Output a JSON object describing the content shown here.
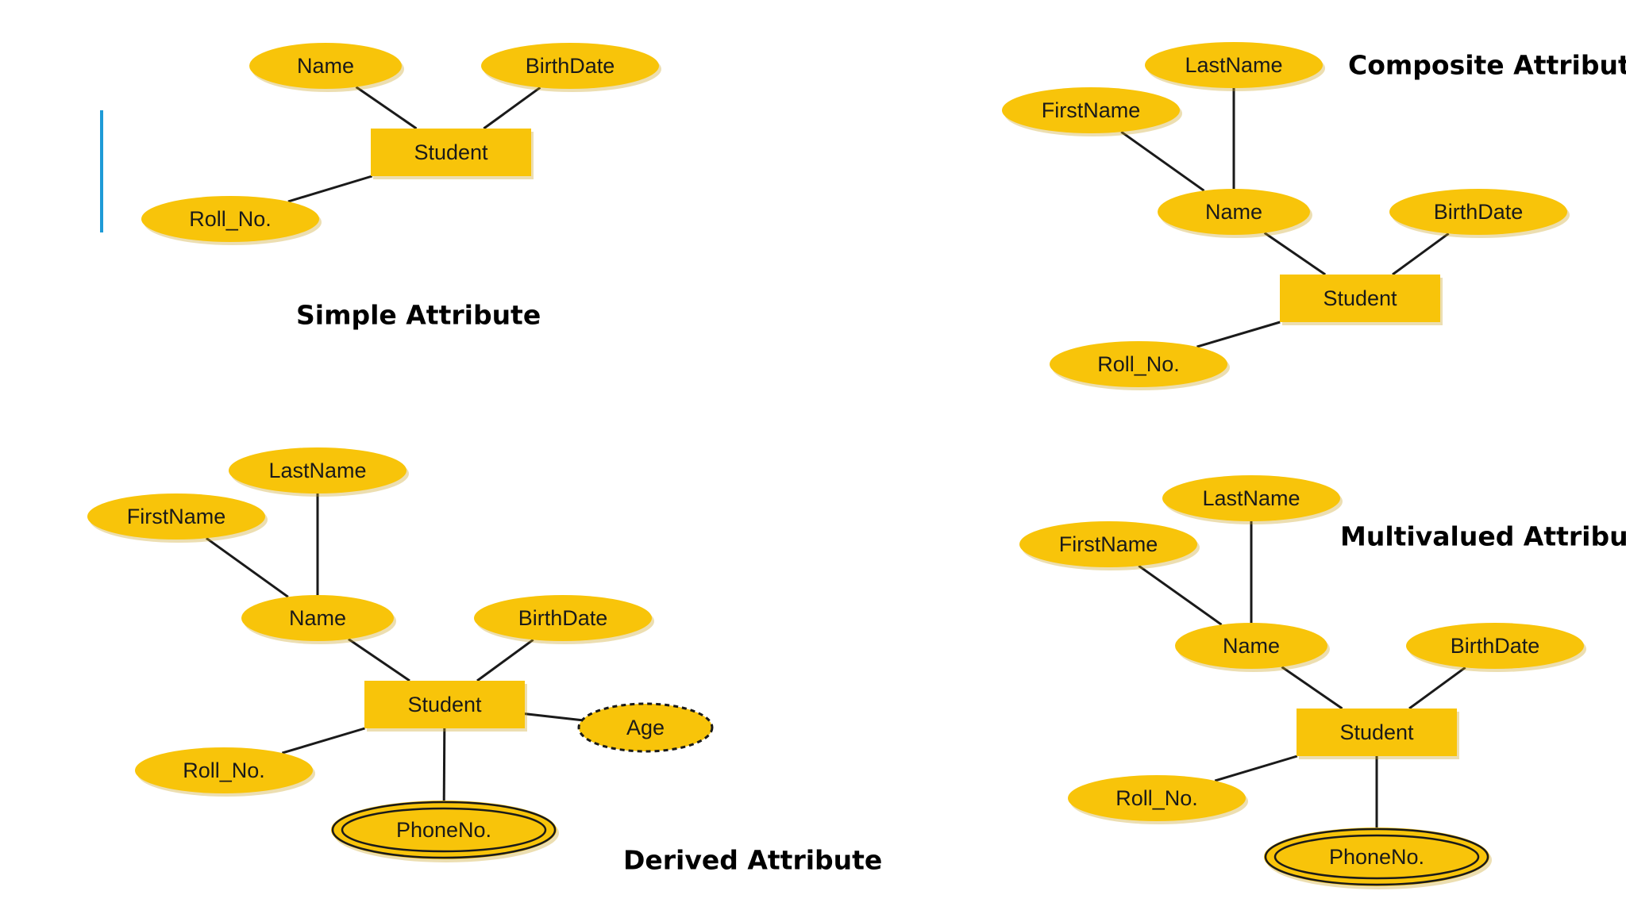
{
  "colors": {
    "attribute_fill": "#f8c40a",
    "accent_bar": "#1e9bd7",
    "text": "#1a1a1a"
  },
  "diagrams": [
    {
      "id": "simple",
      "caption": "Simple Attribute",
      "entity": "Student",
      "attributes": [
        {
          "id": "name",
          "label": "Name",
          "kind": "simple"
        },
        {
          "id": "birthdate",
          "label": "BirthDate",
          "kind": "simple"
        },
        {
          "id": "rollno",
          "label": "Roll_No.",
          "kind": "simple"
        }
      ],
      "edges": [
        [
          "entity",
          "name"
        ],
        [
          "entity",
          "birthdate"
        ],
        [
          "entity",
          "rollno"
        ]
      ]
    },
    {
      "id": "composite",
      "caption": "Composite Attribute",
      "entity": "Student",
      "attributes": [
        {
          "id": "lastname",
          "label": "LastName",
          "kind": "simple"
        },
        {
          "id": "firstname",
          "label": "FirstName",
          "kind": "simple"
        },
        {
          "id": "name",
          "label": "Name",
          "kind": "composite"
        },
        {
          "id": "birthdate",
          "label": "BirthDate",
          "kind": "simple"
        },
        {
          "id": "rollno",
          "label": "Roll_No.",
          "kind": "simple"
        }
      ],
      "edges": [
        [
          "name",
          "lastname"
        ],
        [
          "name",
          "firstname"
        ],
        [
          "entity",
          "name"
        ],
        [
          "entity",
          "birthdate"
        ],
        [
          "entity",
          "rollno"
        ]
      ]
    },
    {
      "id": "derived",
      "caption": "Derived Attribute",
      "entity": "Student",
      "attributes": [
        {
          "id": "lastname",
          "label": "LastName",
          "kind": "simple"
        },
        {
          "id": "firstname",
          "label": "FirstName",
          "kind": "simple"
        },
        {
          "id": "name",
          "label": "Name",
          "kind": "composite"
        },
        {
          "id": "birthdate",
          "label": "BirthDate",
          "kind": "simple"
        },
        {
          "id": "age",
          "label": "Age",
          "kind": "derived"
        },
        {
          "id": "rollno",
          "label": "Roll_No.",
          "kind": "simple"
        },
        {
          "id": "phoneno",
          "label": "PhoneNo.",
          "kind": "multivalued"
        }
      ],
      "edges": [
        [
          "name",
          "lastname"
        ],
        [
          "name",
          "firstname"
        ],
        [
          "entity",
          "name"
        ],
        [
          "entity",
          "birthdate"
        ],
        [
          "entity",
          "age"
        ],
        [
          "entity",
          "rollno"
        ],
        [
          "entity",
          "phoneno"
        ]
      ]
    },
    {
      "id": "multivalued",
      "caption": "Multivalued Attribute",
      "entity": "Student",
      "attributes": [
        {
          "id": "lastname",
          "label": "LastName",
          "kind": "simple"
        },
        {
          "id": "firstname",
          "label": "FirstName",
          "kind": "simple"
        },
        {
          "id": "name",
          "label": "Name",
          "kind": "composite"
        },
        {
          "id": "birthdate",
          "label": "BirthDate",
          "kind": "simple"
        },
        {
          "id": "rollno",
          "label": "Roll_No.",
          "kind": "simple"
        },
        {
          "id": "phoneno",
          "label": "PhoneNo.",
          "kind": "multivalued"
        }
      ],
      "edges": [
        [
          "name",
          "lastname"
        ],
        [
          "name",
          "firstname"
        ],
        [
          "entity",
          "name"
        ],
        [
          "entity",
          "birthdate"
        ],
        [
          "entity",
          "rollno"
        ],
        [
          "entity",
          "phoneno"
        ]
      ]
    }
  ]
}
